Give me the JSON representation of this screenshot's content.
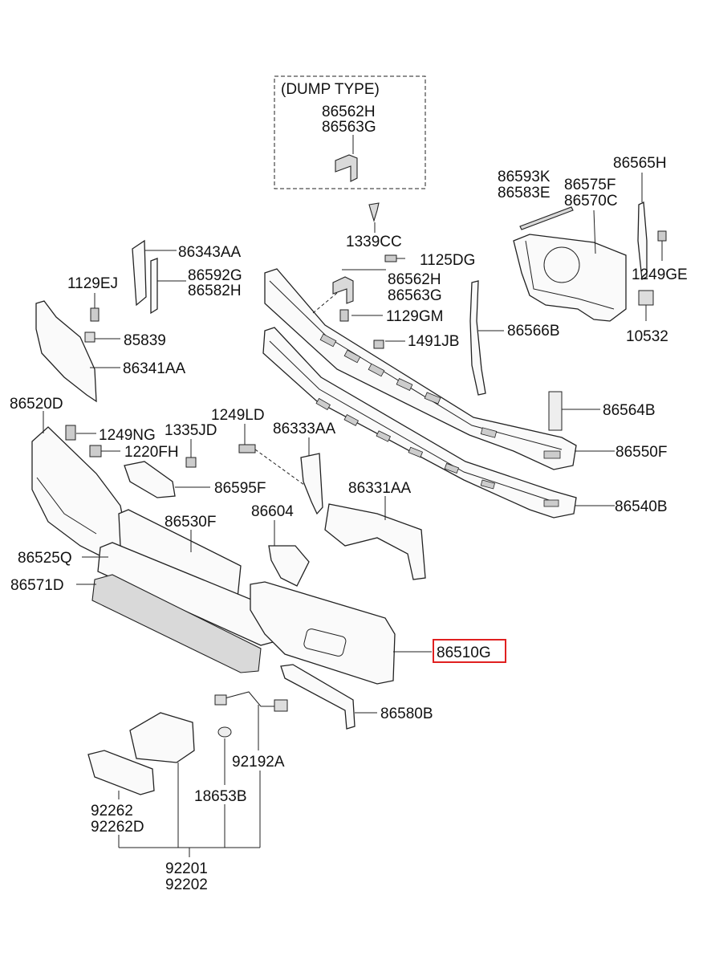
{
  "diagram": {
    "dump_type_label": "(DUMP TYPE)",
    "highlight_color": "#e02020",
    "labels": {
      "p86562H_a": "86562H",
      "p86563G_a": "86563G",
      "p1339CC": "1339CC",
      "p1125DG": "1125DG",
      "p86562H_b": "86562H",
      "p86563G_b": "86563G",
      "p1129GM": "1129GM",
      "p1491JB": "1491JB",
      "p86593K": "86593K",
      "p86583E": "86583E",
      "p86575F": "86575F",
      "p86570C": "86570C",
      "p86565H": "86565H",
      "p1249GE": "1249GE",
      "p10532": "10532",
      "p86566B": "86566B",
      "p86343AA": "86343AA",
      "p86592G": "86592G",
      "p86582H": "86582H",
      "p1129EJ": "1129EJ",
      "p85839": "85839",
      "p86341AA": "86341AA",
      "p86520D": "86520D",
      "p1249NG": "1249NG",
      "p1335JD": "1335JD",
      "p1249LD": "1249LD",
      "p86333AA": "86333AA",
      "p1220FH": "1220FH",
      "p86595F": "86595F",
      "p86564B": "86564B",
      "p86550F": "86550F",
      "p86331AA": "86331AA",
      "p86604": "86604",
      "p86530F": "86530F",
      "p86540B": "86540B",
      "p86525Q": "86525Q",
      "p86571D": "86571D",
      "p86510G": "86510G",
      "p86580B": "86580B",
      "p92192A": "92192A",
      "p92262": "92262",
      "p92262D": "92262D",
      "p18653B": "18653B",
      "p92201": "92201",
      "p92202": "92202"
    }
  }
}
